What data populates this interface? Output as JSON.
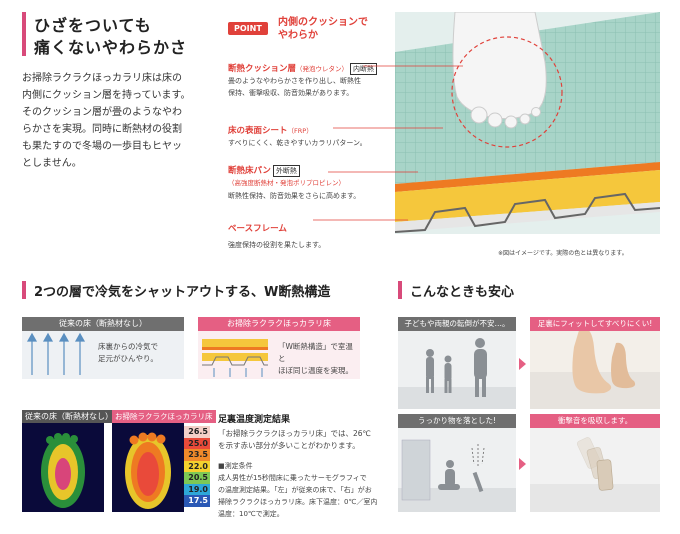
{
  "top": {
    "heading_line1": "ひざをついても",
    "heading_line2": "痛くないやわらかさ",
    "body_lines": [
      "お掃除ラクラクほっカラリ床は床の",
      "内側にクッション層を持っています。",
      "そのクッション層が畳のようなやわ",
      "らかさを実現。同時に断熱材の役割",
      "も果たすので冬場の一歩目もヒヤッ",
      "としません。"
    ],
    "point_badge": "POINT",
    "point_line1": "内側のクッションで",
    "point_line2": "やわらか",
    "layers": [
      {
        "name": "断熱クッション層",
        "sub": "（発泡ウレタン）",
        "tag": "内断熱",
        "desc1": "畳のようなやわらかさを作り出し、断熱性",
        "desc2": "保持、衝撃吸収、防音効果があります。"
      },
      {
        "name": "床の表面シート",
        "sub": "（FRP）",
        "tag": "",
        "desc1": "すべりにくく、乾きやすいカラリパターン。",
        "desc2": ""
      },
      {
        "name": "断熱床パン",
        "sub": "（高強度断熱材・発泡ポリプロピレン）",
        "tag": "外断熱",
        "desc1": "断熱性保持、防音効果をさらに高めます。",
        "desc2": ""
      },
      {
        "name": "ベースフレーム",
        "sub": "",
        "tag": "",
        "desc1": "強度保持の役割を果たします。",
        "desc2": ""
      }
    ],
    "image_note": "※図はイメージです。実際の色とは異なります。"
  },
  "insulation": {
    "heading": "2つの層で冷気をシャットアウトする、W断熱構造",
    "old_floor_label": "従来の床（断熱材なし）",
    "old_floor_desc1": "床裏からの冷気で",
    "old_floor_desc2": "足元がひんやり。",
    "new_floor_label": "お掃除ラクラクほっカラリ床",
    "new_floor_desc1": "「W断熱構造」で室温と",
    "new_floor_desc2": "ほぼ同じ温度を実現。",
    "thermal_old_label": "従来の床（断熱材なし）",
    "thermal_new_label": "お掃除ラクラクほっカラリ床",
    "scale": [
      "26.5",
      "25.0",
      "23.5",
      "22.0",
      "20.5",
      "19.0",
      "17.5"
    ],
    "scale_colors": [
      "#f4d0c8",
      "#e94a3a",
      "#f08a2a",
      "#f4d12e",
      "#7dc855",
      "#2ea7d8",
      "#2a58b5"
    ],
    "result_title": "足裏温度測定結果",
    "result_lines": [
      "「お掃除ラクラクほっカラリ床」では、26℃",
      "を示す赤い部分が多いことがわかります。"
    ],
    "condition_title": "■測定条件",
    "condition_lines": [
      "成人男性が15秒間床に乗ったサーモグラフィで",
      "の温度測定結果。「左」が従来の床で、「右」がお",
      "掃除ラクラクほっカラリ床。床下温度：0℃／室内",
      "温度：10℃で測定。"
    ]
  },
  "safety": {
    "heading": "こんなときも安心",
    "case1": "子どもや両親の転倒が不安…。",
    "case1_result": "足裏にフィットしてすべりにくい!",
    "case2": "うっかり物を落とした!",
    "case2_result": "衝撃音を吸収します。"
  }
}
